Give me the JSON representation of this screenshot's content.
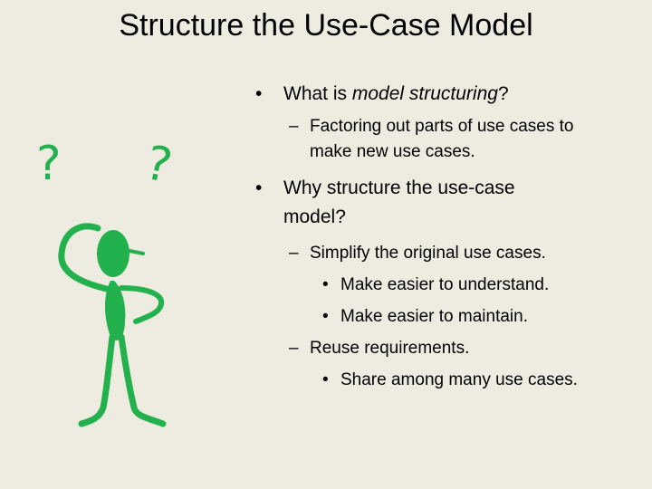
{
  "slide": {
    "title": "Structure the Use-Case Model",
    "bullets": [
      {
        "marker": "•",
        "text_prefix": "What is ",
        "text_italic": "model structuring",
        "text_suffix": "?",
        "sub": [
          {
            "marker": "–",
            "lines": [
              "Factoring out parts of use cases to",
              "make new use cases."
            ]
          }
        ]
      },
      {
        "marker": "•",
        "lines": [
          "Why structure the use-case",
          "model?"
        ],
        "sub": [
          {
            "marker": "–",
            "text": "Simplify the original use cases."
          },
          {
            "marker": "•",
            "text": "Make easier to understand."
          },
          {
            "marker": "•",
            "text": "Make easier to maintain."
          },
          {
            "marker": "–",
            "text": "Reuse requirements."
          },
          {
            "marker": "•",
            "text": "Share among many use cases."
          }
        ]
      }
    ],
    "figure": {
      "marks": [
        "?",
        "?"
      ],
      "color": "#22b14c",
      "icon": "confused-stick-figure-icon"
    },
    "colors": {
      "background": "#eeece1",
      "text": "#000000",
      "figure": "#22b14c"
    }
  }
}
